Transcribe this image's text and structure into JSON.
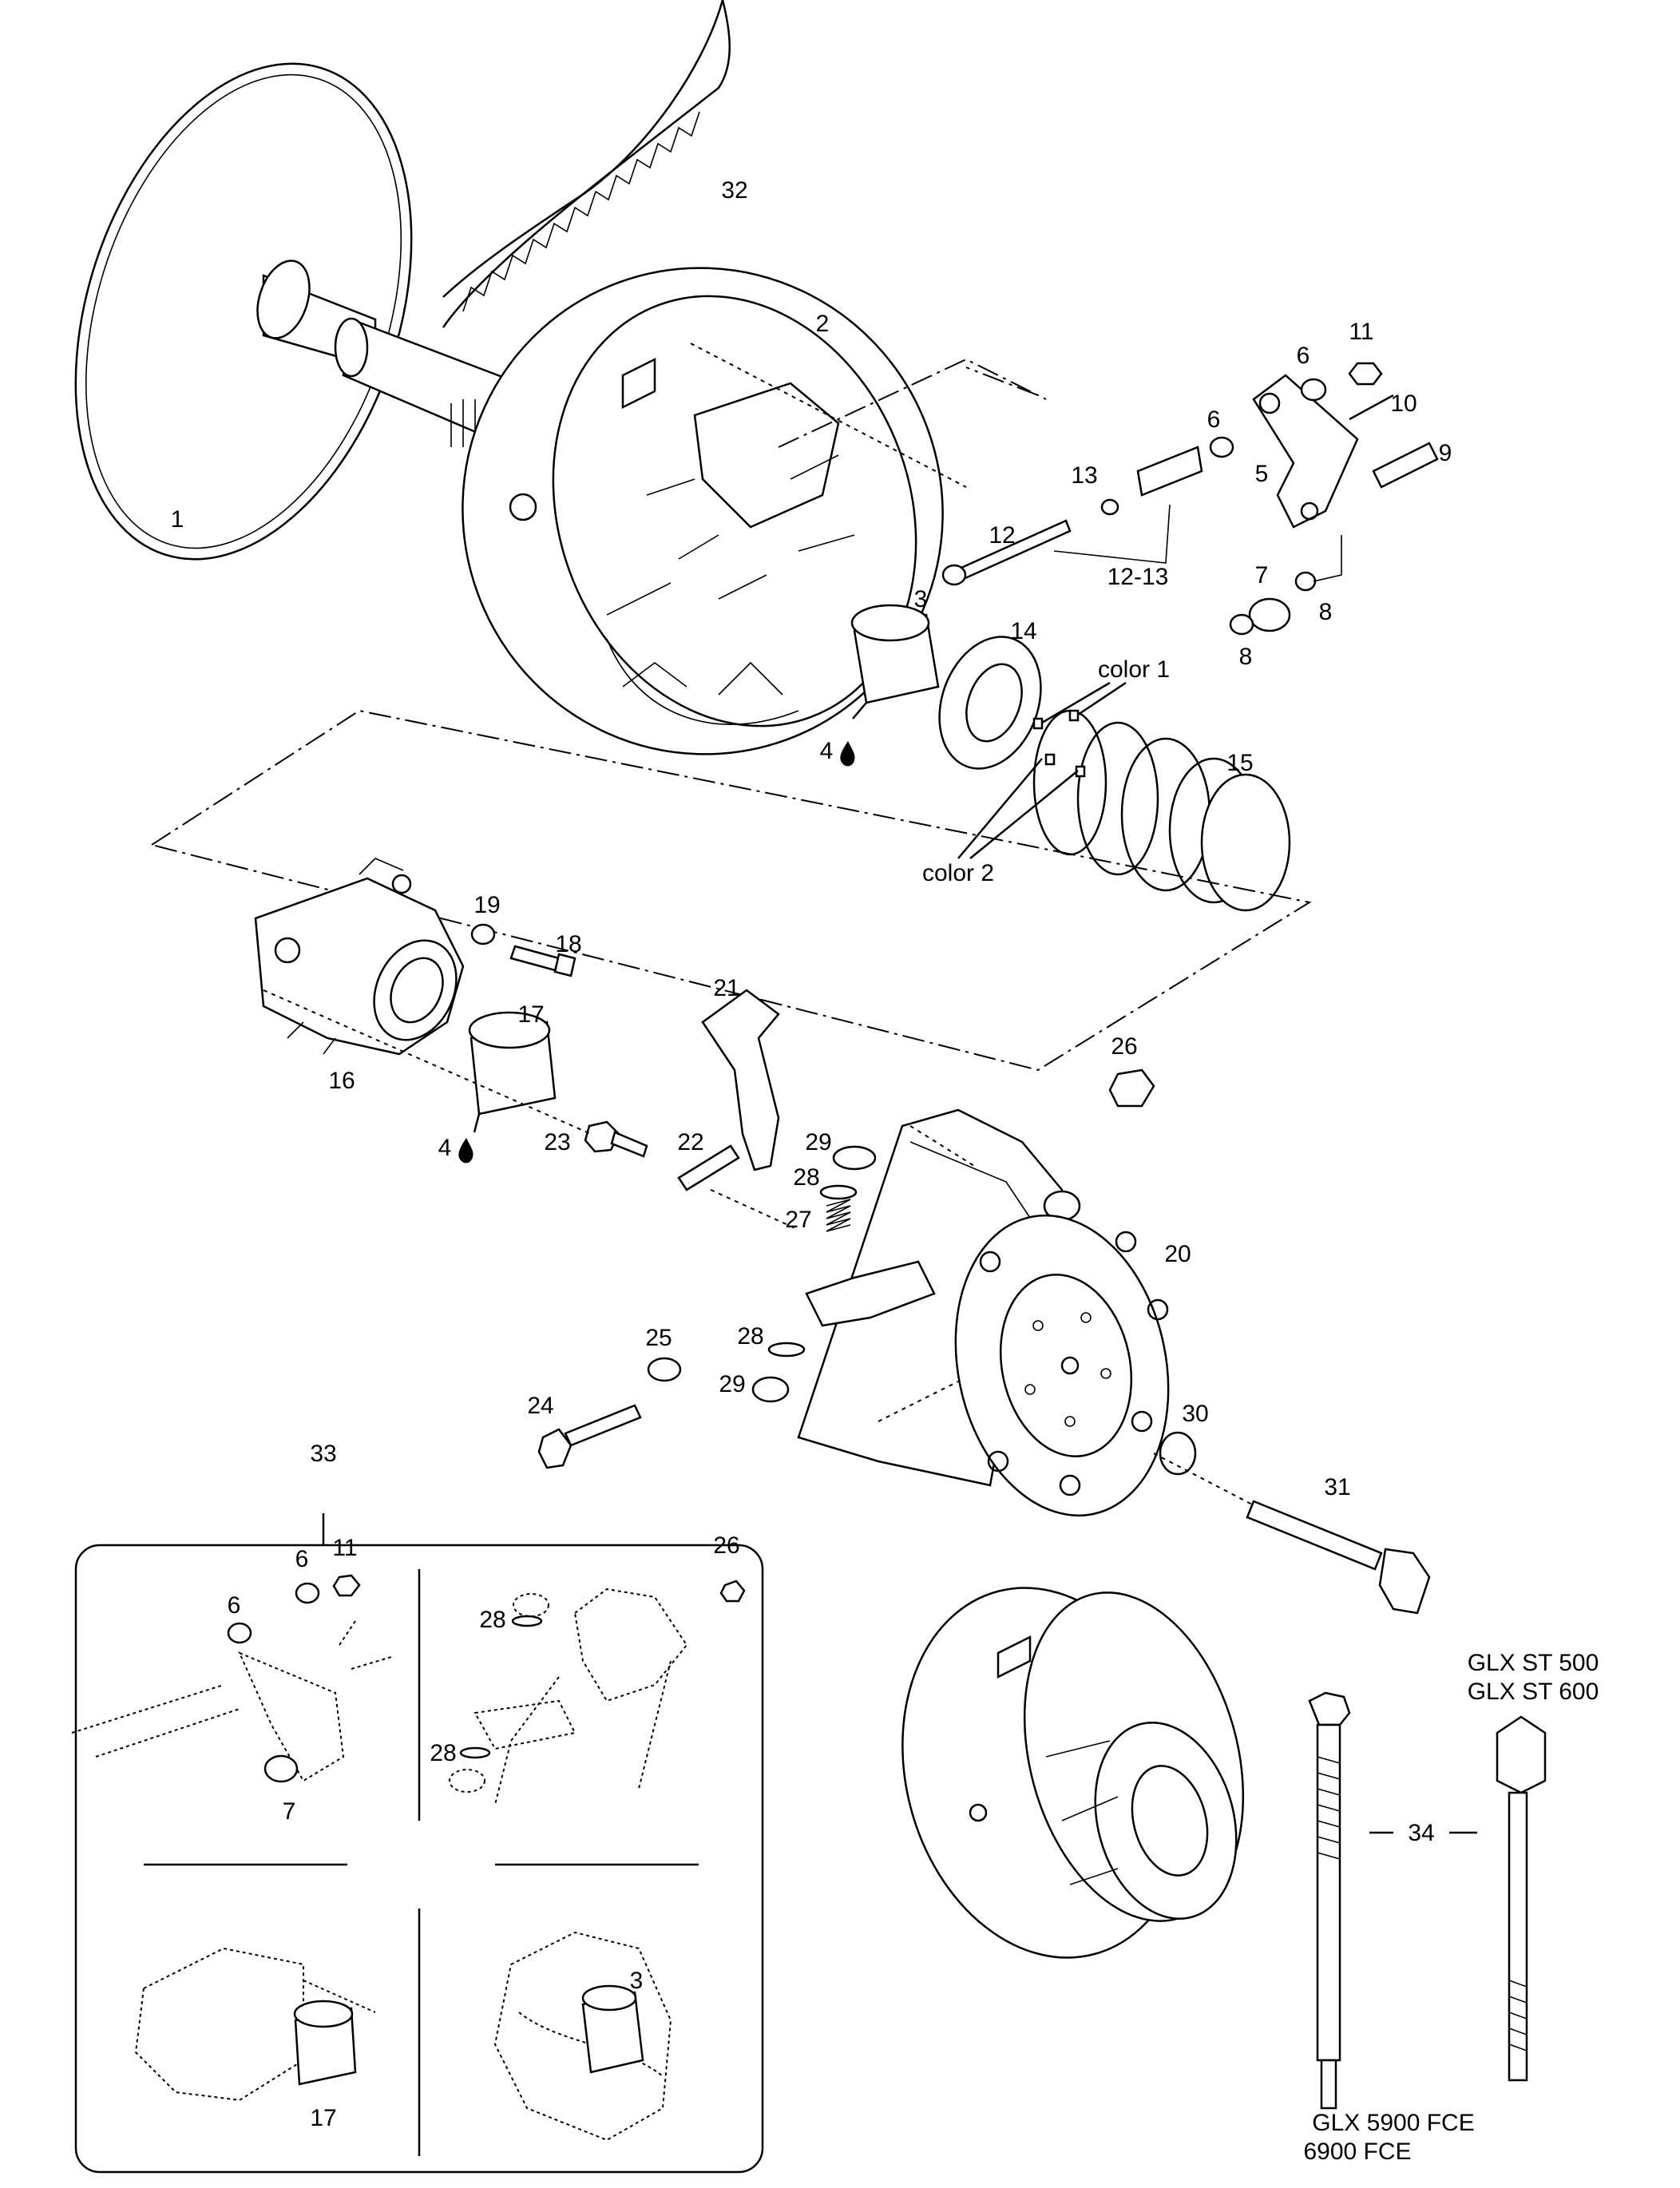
{
  "callouts": {
    "c1": "1",
    "c2": "2",
    "c3": "3",
    "c4a": "4",
    "c4b": "4",
    "c5": "5",
    "c6a": "6",
    "c6b": "6",
    "c7": "7",
    "c8a": "8",
    "c8b": "8",
    "c9": "9",
    "c10": "10",
    "c11": "11",
    "c12": "12",
    "c13": "13",
    "c12_13": "12-13",
    "c14": "14",
    "c15": "15",
    "c16": "16",
    "c17": "17",
    "c18": "18",
    "c19": "19",
    "c20": "20",
    "c21": "21",
    "c22": "22",
    "c23": "23",
    "c24": "24",
    "c25": "25",
    "c26": "26",
    "c27": "27",
    "c28a": "28",
    "c28b": "28",
    "c29a": "29",
    "c29b": "29",
    "c30": "30",
    "c31": "31",
    "c32": "32",
    "c33": "33",
    "c34": "34"
  },
  "color_labels": {
    "color1": "color 1",
    "color2": "color 2"
  },
  "inset": {
    "i6a": "6",
    "i6b": "6",
    "i11": "11",
    "i7": "7",
    "i26": "26",
    "i28a": "28",
    "i28b": "28",
    "i17": "17",
    "i3": "3"
  },
  "models": {
    "top_line1": "GLX ST 500",
    "top_line2": "GLX ST 600",
    "bottom_line1": "GLX 5900 FCE",
    "bottom_line2": "6900 FCE"
  },
  "icons": {
    "lube_symbol": "oil-drop-icon"
  }
}
